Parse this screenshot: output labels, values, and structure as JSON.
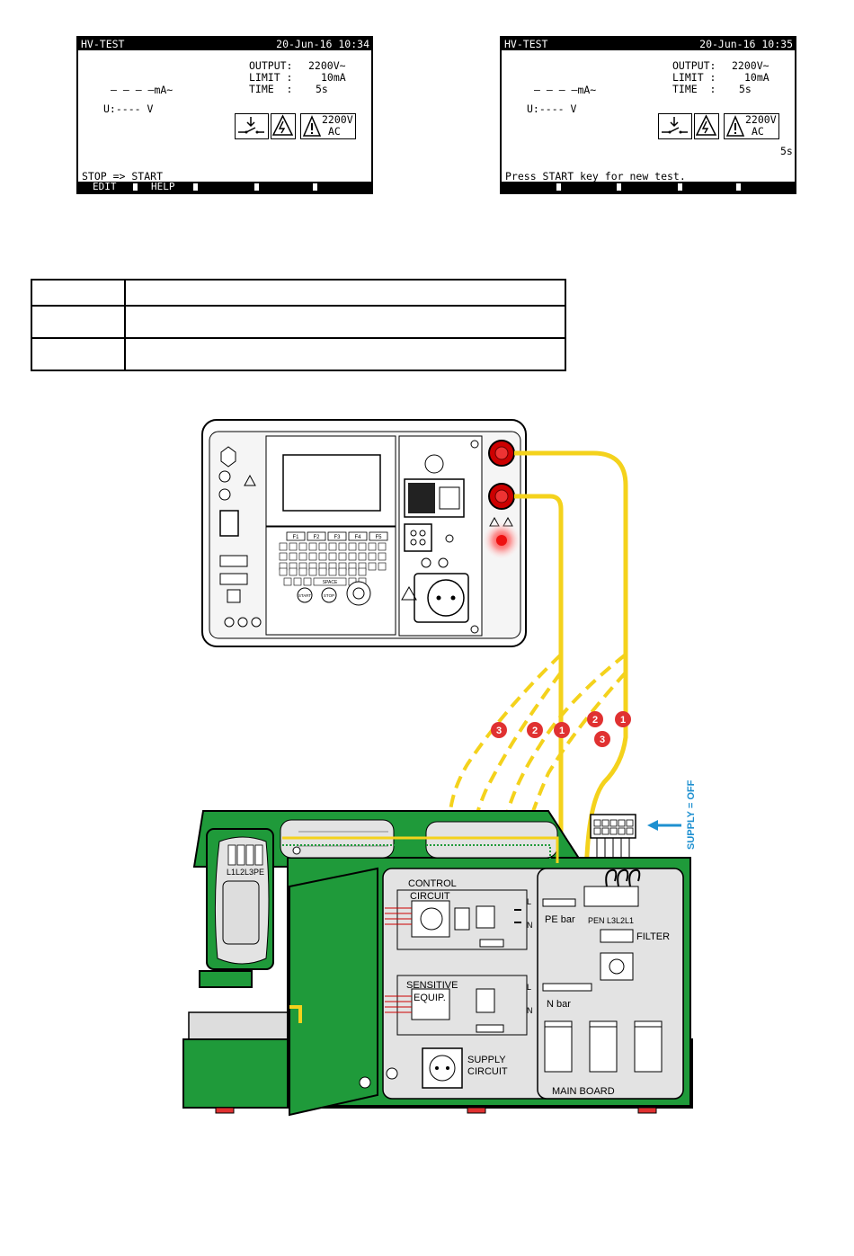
{
  "screen1": {
    "title": "HV-TEST",
    "datetime": "20-Jun-16 10:34",
    "output_label": "OUTPUT:",
    "output_value": "2200V~",
    "limit_label": "LIMIT :",
    "limit_value": "10mA",
    "time_label": "TIME  :",
    "time_value": "5s",
    "current_reading": "— — — —mA~",
    "voltage_reading": "U:---- V",
    "sym_voltage": "2200V",
    "sym_type": "AC",
    "status": "STOP => START",
    "soft_key_1": "EDIT",
    "soft_key_2": "HELP"
  },
  "screen2": {
    "title": "HV-TEST",
    "datetime": "20-Jun-16 10:35",
    "output_label": "OUTPUT:",
    "output_value": "2200V~",
    "limit_label": "LIMIT :",
    "limit_value": "10mA",
    "time_label": "TIME  :",
    "time_value": "5s",
    "current_reading": "— — — —mA~",
    "voltage_reading": "U:---- V",
    "sym_voltage": "2200V",
    "sym_type": "AC",
    "timer": "5s",
    "status": "Press START key for new test."
  },
  "diagram": {
    "marker_1": "1",
    "marker_2": "2",
    "marker_3": "3",
    "supply_label": "SUPPLY = OFF",
    "terminal_labels": "L1L2L3PE",
    "control_title": "CONTROL",
    "control_subtitle": "CIRCUIT",
    "sensitive_title": "SENSITIVE",
    "sensitive_subtitle": "EQUIP.",
    "supply_circuit_1": "SUPPLY",
    "supply_circuit_2": "CIRCUIT",
    "pe_bar": "PE bar",
    "n_bar": "N bar",
    "filter": "FILTER",
    "terminals": "PEN L3L2L1",
    "main_board": "MAIN BOARD",
    "label_l": "L",
    "label_n": "N",
    "key_f1": "F1",
    "key_f2": "F2",
    "key_f3": "F3",
    "key_f4": "F4",
    "key_f5": "F5",
    "key_start": "START",
    "key_stop": "STOP",
    "key_space": "SPACE"
  },
  "colors": {
    "cabinet_green": "#1f9a3a",
    "lead_yellow": "#f4d21c",
    "marker_red": "#e03131",
    "supply_blue": "#1e90d0",
    "panel_gray": "#e3e3e3"
  }
}
